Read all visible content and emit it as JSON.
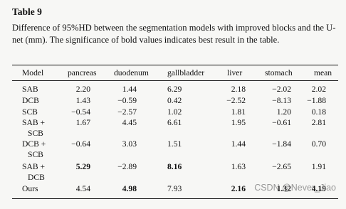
{
  "table_label": "Table 9",
  "caption": "Difference of 95%HD between the segmentation models with improved blocks and the U-net (mm). The significance of bold values indicates best result in the table.",
  "columns": [
    "Model",
    "pancreas",
    "duodenum",
    "gallbladder",
    "liver",
    "stomach",
    "mean"
  ],
  "rows": [
    {
      "model": "SAB",
      "model2": "",
      "values": [
        "2.20",
        "1.44",
        "6.29",
        "2.18",
        "−2.02",
        "2.02"
      ],
      "bold": [
        false,
        false,
        false,
        false,
        false,
        false
      ]
    },
    {
      "model": "DCB",
      "model2": "",
      "values": [
        "1.43",
        "−0.59",
        "0.42",
        "−2.52",
        "−8.13",
        "−1.88"
      ],
      "bold": [
        false,
        false,
        false,
        false,
        false,
        false
      ]
    },
    {
      "model": "SCB",
      "model2": "",
      "values": [
        "−0.54",
        "−2.57",
        "1.02",
        "1.81",
        "1.20",
        "0.18"
      ],
      "bold": [
        false,
        false,
        false,
        false,
        false,
        false
      ]
    },
    {
      "model": "SAB +",
      "model2": "SCB",
      "values": [
        "1.67",
        "4.45",
        "6.61",
        "1.95",
        "−0.61",
        "2.81"
      ],
      "bold": [
        false,
        false,
        false,
        false,
        false,
        false
      ]
    },
    {
      "model": "DCB +",
      "model2": "SCB",
      "values": [
        "−0.64",
        "3.03",
        "1.51",
        "1.44",
        "−1.84",
        "0.70"
      ],
      "bold": [
        false,
        false,
        false,
        false,
        false,
        false
      ]
    },
    {
      "model": "SAB +",
      "model2": "DCB",
      "values": [
        "5.29",
        "−2.89",
        "8.16",
        "1.63",
        "−2.65",
        "1.91"
      ],
      "bold": [
        true,
        false,
        true,
        false,
        false,
        false
      ]
    },
    {
      "model": "Ours",
      "model2": "",
      "values": [
        "4.54",
        "4.98",
        "7.93",
        "2.16",
        "1.32",
        "4.19"
      ],
      "bold": [
        false,
        true,
        false,
        true,
        true,
        true
      ]
    }
  ],
  "watermark": "CSDN @Never_Jiao"
}
